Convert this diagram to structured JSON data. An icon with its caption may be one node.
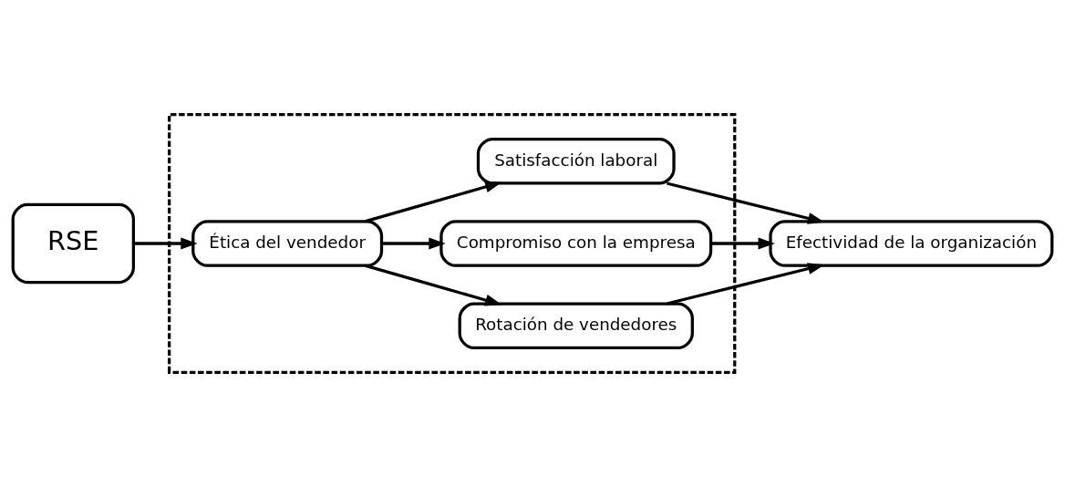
{
  "diagram": {
    "nodes": [
      {
        "text": [
          "RSE"
        ]
      },
      {
        "text": [],
        "shape": "box"
      },
      {
        "text": [
          "Ética del vendedor"
        ],
        "in": 1
      },
      {
        "text": [
          "Satisfacción laboral"
        ],
        "in": 1
      },
      {
        "text": [
          "Compromiso con la empresa"
        ],
        "in": 1
      },
      {
        "text": [
          "Rotación de vendedores"
        ],
        "in": 1
      },
      {
        "text": [
          "Efectividad de la organización"
        ]
      }
    ],
    "edges": [
      {
        "from": 0,
        "to": 2,
        "arrow": "to"
      },
      {
        "from": 2,
        "to": 3,
        "arrow": "to"
      },
      {
        "from": 2,
        "to": 4,
        "arrow": "to"
      },
      {
        "from": 2,
        "to": 5,
        "arrow": "to"
      },
      {
        "from": 3,
        "to": 6,
        "arrow": "to"
      },
      {
        "from": 4,
        "to": 6,
        "arrow": "to"
      },
      {
        "from": 5,
        "to": 6,
        "arrow": "to"
      }
    ]
  }
}
